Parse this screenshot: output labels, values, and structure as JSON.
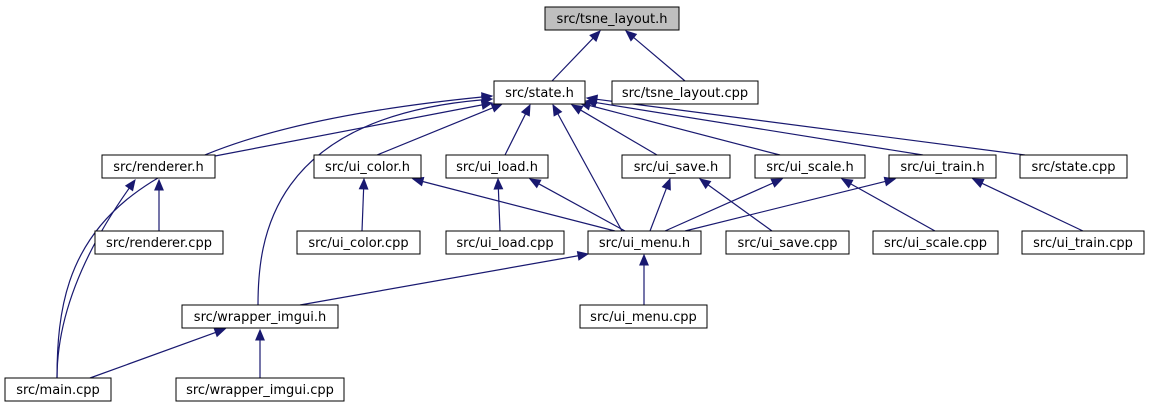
{
  "graph": {
    "nodes": [
      {
        "id": "tsne_layout_h",
        "label": "src/tsne_layout.h",
        "current": true
      },
      {
        "id": "state_h",
        "label": "src/state.h"
      },
      {
        "id": "tsne_layout_cpp",
        "label": "src/tsne_layout.cpp"
      },
      {
        "id": "renderer_h",
        "label": "src/renderer.h"
      },
      {
        "id": "ui_color_h",
        "label": "src/ui_color.h"
      },
      {
        "id": "ui_load_h",
        "label": "src/ui_load.h"
      },
      {
        "id": "ui_save_h",
        "label": "src/ui_save.h"
      },
      {
        "id": "ui_scale_h",
        "label": "src/ui_scale.h"
      },
      {
        "id": "ui_train_h",
        "label": "src/ui_train.h"
      },
      {
        "id": "state_cpp",
        "label": "src/state.cpp"
      },
      {
        "id": "renderer_cpp",
        "label": "src/renderer.cpp"
      },
      {
        "id": "ui_color_cpp",
        "label": "src/ui_color.cpp"
      },
      {
        "id": "ui_load_cpp",
        "label": "src/ui_load.cpp"
      },
      {
        "id": "ui_menu_h",
        "label": "src/ui_menu.h"
      },
      {
        "id": "ui_save_cpp",
        "label": "src/ui_save.cpp"
      },
      {
        "id": "ui_scale_cpp",
        "label": "src/ui_scale.cpp"
      },
      {
        "id": "ui_train_cpp",
        "label": "src/ui_train.cpp"
      },
      {
        "id": "wrapper_imgui_h",
        "label": "src/wrapper_imgui.h"
      },
      {
        "id": "ui_menu_cpp",
        "label": "src/ui_menu.cpp"
      },
      {
        "id": "main_cpp",
        "label": "src/main.cpp"
      },
      {
        "id": "wrapper_imgui_cpp",
        "label": "src/wrapper_imgui.cpp"
      }
    ],
    "edges": [
      {
        "from": "state_h",
        "to": "tsne_layout_h"
      },
      {
        "from": "tsne_layout_cpp",
        "to": "tsne_layout_h"
      },
      {
        "from": "renderer_h",
        "to": "state_h"
      },
      {
        "from": "ui_color_h",
        "to": "state_h"
      },
      {
        "from": "ui_load_h",
        "to": "state_h"
      },
      {
        "from": "ui_save_h",
        "to": "state_h"
      },
      {
        "from": "ui_scale_h",
        "to": "state_h"
      },
      {
        "from": "ui_train_h",
        "to": "state_h"
      },
      {
        "from": "state_cpp",
        "to": "state_h"
      },
      {
        "from": "ui_menu_h",
        "to": "state_h"
      },
      {
        "from": "wrapper_imgui_h",
        "to": "state_h"
      },
      {
        "from": "main_cpp",
        "to": "state_h"
      },
      {
        "from": "renderer_cpp",
        "to": "renderer_h"
      },
      {
        "from": "main_cpp",
        "to": "renderer_h"
      },
      {
        "from": "ui_color_cpp",
        "to": "ui_color_h"
      },
      {
        "from": "ui_menu_h",
        "to": "ui_color_h"
      },
      {
        "from": "ui_load_cpp",
        "to": "ui_load_h"
      },
      {
        "from": "ui_menu_h",
        "to": "ui_load_h"
      },
      {
        "from": "ui_menu_h",
        "to": "ui_save_h"
      },
      {
        "from": "ui_save_cpp",
        "to": "ui_save_h"
      },
      {
        "from": "ui_menu_h",
        "to": "ui_scale_h"
      },
      {
        "from": "ui_scale_cpp",
        "to": "ui_scale_h"
      },
      {
        "from": "ui_menu_h",
        "to": "ui_train_h"
      },
      {
        "from": "ui_train_cpp",
        "to": "ui_train_h"
      },
      {
        "from": "wrapper_imgui_h",
        "to": "ui_menu_h"
      },
      {
        "from": "ui_menu_cpp",
        "to": "ui_menu_h"
      },
      {
        "from": "main_cpp",
        "to": "wrapper_imgui_h"
      },
      {
        "from": "wrapper_imgui_cpp",
        "to": "wrapper_imgui_h"
      }
    ]
  }
}
